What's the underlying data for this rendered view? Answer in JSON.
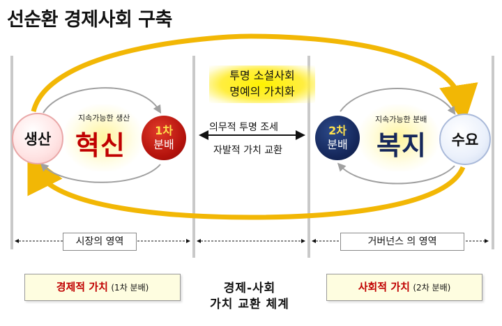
{
  "title": "선순환 경제사회 구축",
  "highlight": {
    "line1": "투명 소셜사회",
    "line2": "명예의 가치화"
  },
  "left_cycle": {
    "production": "생산",
    "caption": "지속가능한 생산",
    "core": "혁신",
    "distribution_line1": "1차",
    "distribution_line2": "분배"
  },
  "right_cycle": {
    "demand": "수요",
    "caption": "지속가능한 분배",
    "core": "복지",
    "distribution_line1": "2차",
    "distribution_line2": "분배"
  },
  "middle": {
    "upper_label": "의무적 투명 조세",
    "lower_label": "자발적 가치 교환"
  },
  "regions": {
    "market_prefix": "시장",
    "market_suffix": "의 영역",
    "governance_prefix": "거버넌스",
    "governance_suffix": " 의 영역"
  },
  "bottom": {
    "economic_main": "경제적 가치",
    "economic_sub": "(1차 분배)",
    "center_line1": "경제-사회",
    "center_line2": "가치 교환 체계",
    "social_main": "사회적 가치",
    "social_sub": "(2차 분배)"
  },
  "colors": {
    "arrow_gold": "#f2b705",
    "innovation_red": "#c00000",
    "welfare_navy": "#15275a",
    "dist1_red": "#b3120c",
    "highlight_yellow": "#fff200"
  }
}
